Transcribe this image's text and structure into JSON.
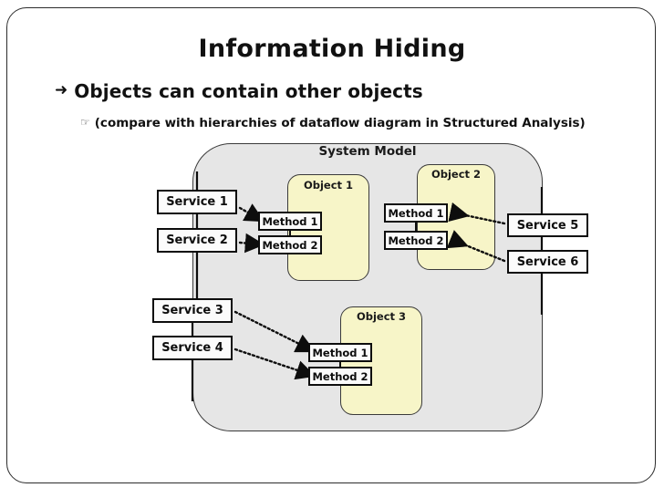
{
  "slide": {
    "title": "Information Hiding",
    "bullet": {
      "marker": "arrow-right-icon",
      "marker_glyph": "➜",
      "text": "Objects can contain other objects"
    },
    "subbullet": {
      "marker": "pointing-hand-icon",
      "marker_glyph": "☞",
      "text": "(compare with hierarchies of dataflow diagram in Structured Analysis)"
    }
  },
  "diagram": {
    "system_model_label": "System Model",
    "objects": [
      {
        "id": "object-1",
        "label": "Object 1",
        "methods": [
          "Method 1",
          "Method 2"
        ]
      },
      {
        "id": "object-2",
        "label": "Object 2",
        "methods": [
          "Method 1",
          "Method 2"
        ]
      },
      {
        "id": "object-3",
        "label": "Object 3",
        "methods": [
          "Method 1",
          "Method 2"
        ]
      }
    ],
    "services_left": [
      {
        "id": "service-1",
        "label": "Service 1"
      },
      {
        "id": "service-2",
        "label": "Service 2"
      },
      {
        "id": "service-3",
        "label": "Service 3"
      },
      {
        "id": "service-4",
        "label": "Service 4"
      }
    ],
    "services_right": [
      {
        "id": "service-5",
        "label": "Service 5"
      },
      {
        "id": "service-6",
        "label": "Service 6"
      }
    ],
    "connections": [
      {
        "from": "Service 1",
        "to": "Object 1 / Method 1"
      },
      {
        "from": "Service 2",
        "to": "Object 1 / Method 2"
      },
      {
        "from": "Service 3",
        "to": "Object 3 / Method 1"
      },
      {
        "from": "Service 4",
        "to": "Object 3 / Method 2"
      },
      {
        "from": "Service 5",
        "to": "Object 2 / Method 1"
      },
      {
        "from": "Service 6",
        "to": "Object 2 / Method 2"
      }
    ]
  },
  "colors": {
    "slide_background": "#ffffff",
    "frame_border": "#2c2c2c",
    "system_model_fill": "#e6e6e6",
    "object_fill": "#f7f5c8",
    "node_fill": "#fbfbfb",
    "outline": "#0d0d0d",
    "text": "#111111"
  }
}
